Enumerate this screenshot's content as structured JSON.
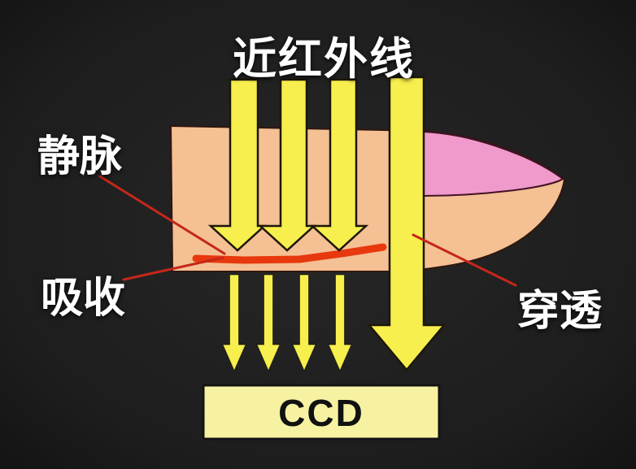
{
  "diagram": {
    "title": "近红外线",
    "labels": {
      "vein": "静脉",
      "absorption": "吸收",
      "penetration": "穿透"
    },
    "sensor_label": "CCD",
    "colors": {
      "background_center": "#262626",
      "background_edge": "#161616",
      "arrow_yellow": "#f7ef4d",
      "finger_skin": "#f4c094",
      "nail_pink": "#f09acb",
      "vein_red": "#e8380d",
      "leader_line_red": "#c5271a",
      "sensor_fill": "#f6f2a2",
      "label_text": "#ffffff",
      "sensor_text": "#111111"
    }
  }
}
